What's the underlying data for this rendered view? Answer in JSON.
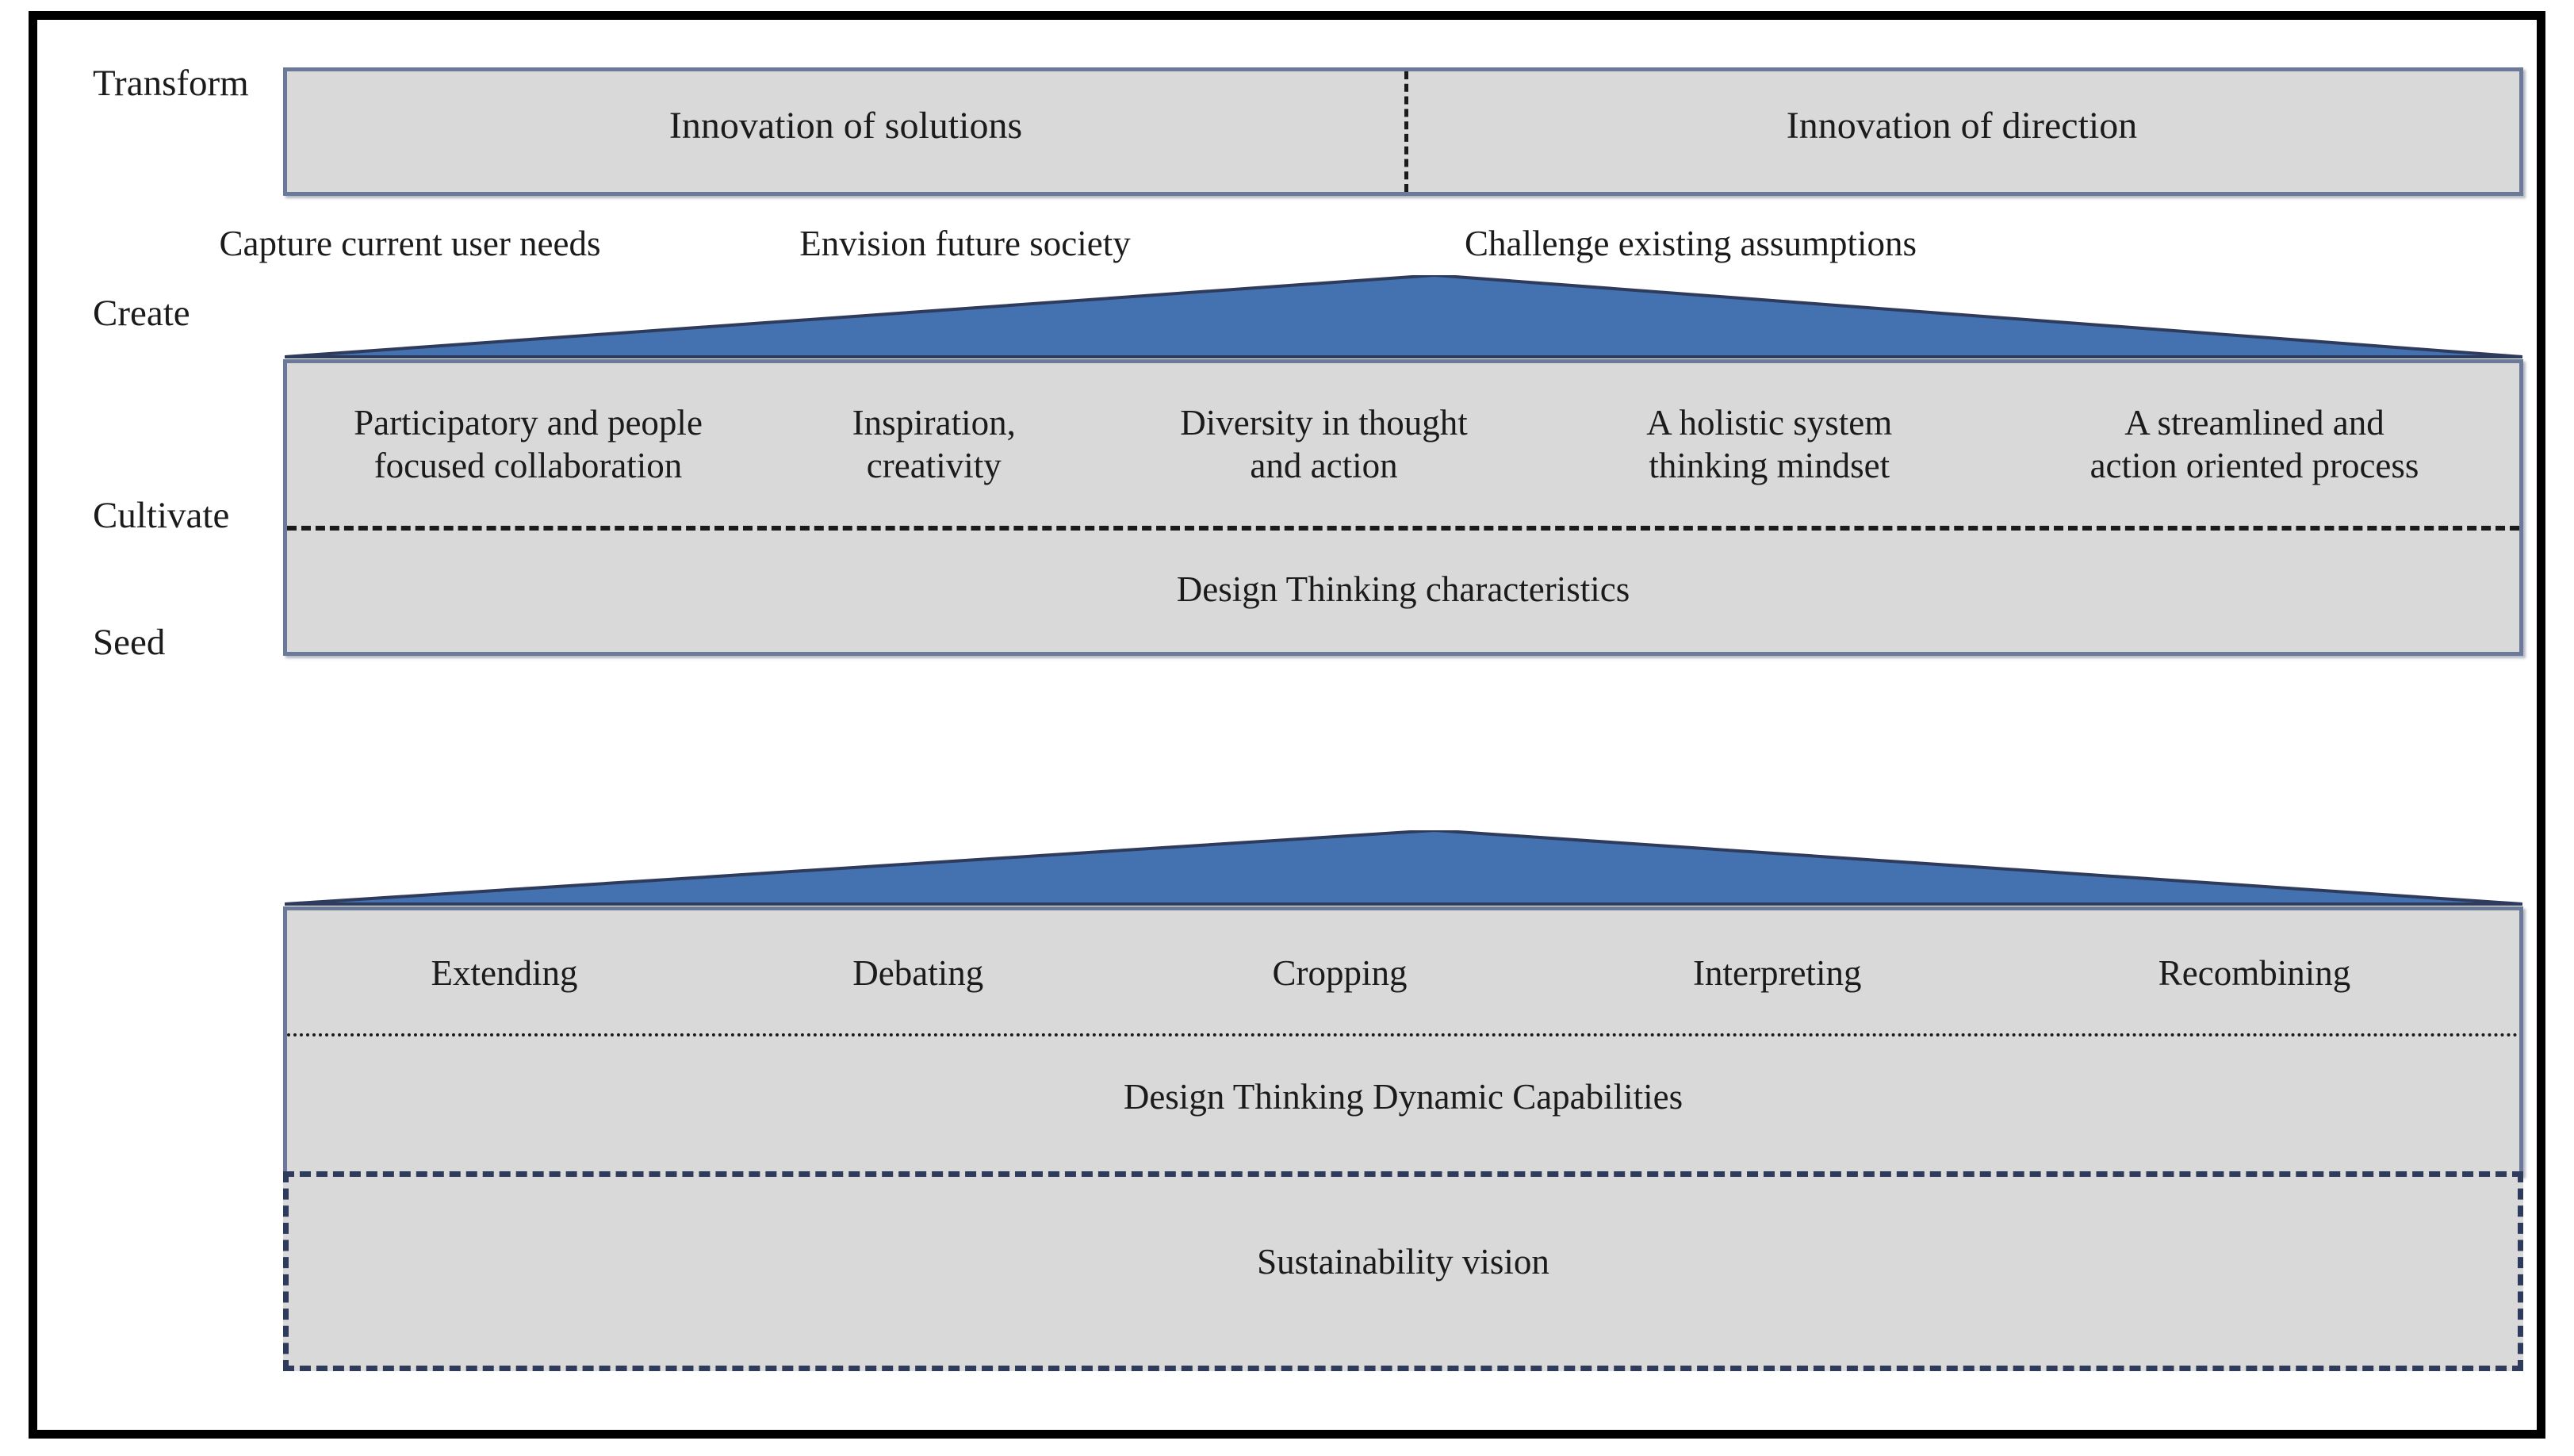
{
  "figure": {
    "title": "Design Thinking sustainability innovation framework",
    "accent_blue": "#4472B0",
    "panel_fill": "#D9D9D9",
    "panel_border": "#6B7A99",
    "seed_border": "#2F3B5C",
    "frame_color": "#000000"
  },
  "stages": {
    "transform": "Transform",
    "create": "Create",
    "cultivate": "Cultivate",
    "seed": "Seed"
  },
  "transform": {
    "left_box": "Innovation of solutions",
    "right_box": "Innovation of direction",
    "captions": [
      "Capture current user needs",
      "Envision future society",
      "Challenge existing assumptions"
    ]
  },
  "create": {
    "characteristics": [
      "Participatory and people\nfocused collaboration",
      "Inspiration,\ncreativity",
      "Diversity in thought\nand action",
      "A holistic system\nthinking mindset",
      "A streamlined and\naction oriented process"
    ],
    "caption": "Design Thinking characteristics"
  },
  "cultivate": {
    "capabilities": [
      "Extending",
      "Debating",
      "Cropping",
      "Interpreting",
      "Recombining"
    ],
    "caption": "Design Thinking Dynamic Capabilities"
  },
  "seed": {
    "caption": "Sustainability vision"
  }
}
